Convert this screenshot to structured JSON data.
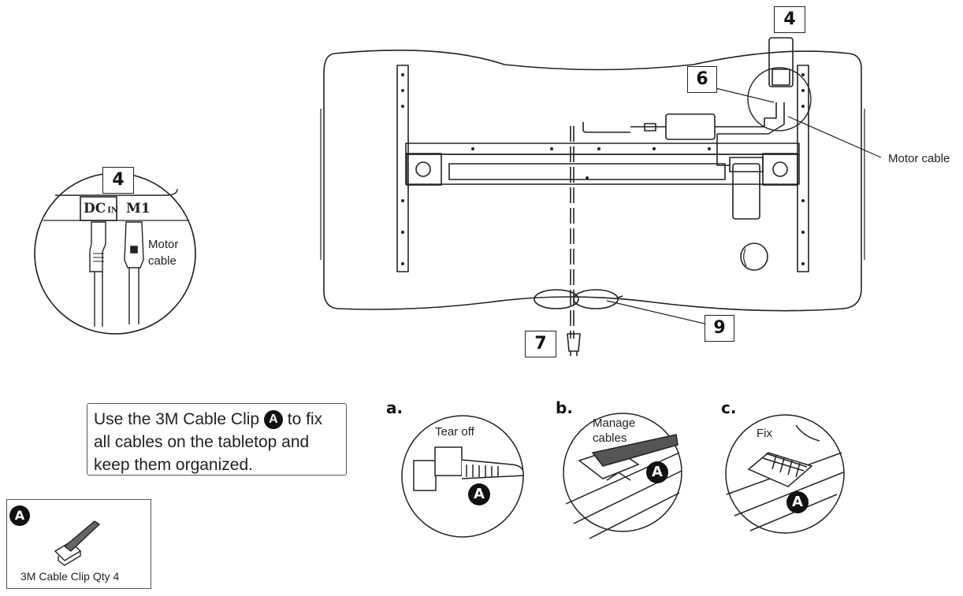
{
  "callouts": {
    "top_4": "4",
    "label_6": "6",
    "label_7": "7",
    "label_9": "9",
    "inset_4": "4"
  },
  "labels": {
    "motor_cable_main": "Motor cable",
    "motor_cable_inset": "Motor\ncable",
    "port_dc": "DC",
    "port_dc_sub": "IN",
    "port_m1": "M1"
  },
  "instruction": {
    "text_before": "Use the 3M Cable Clip",
    "badge": "A",
    "text_after": "to fix all cables on the tabletop and keep them organized."
  },
  "steps": [
    {
      "letter": "a.",
      "caption": "Tear off",
      "badge": "A"
    },
    {
      "letter": "b.",
      "caption": "Manage\ncables",
      "badge": "A"
    },
    {
      "letter": "c.",
      "caption": "Fix",
      "badge": "A"
    }
  ],
  "part": {
    "badge": "A",
    "caption": "3M Cable Clip Qty 4"
  }
}
